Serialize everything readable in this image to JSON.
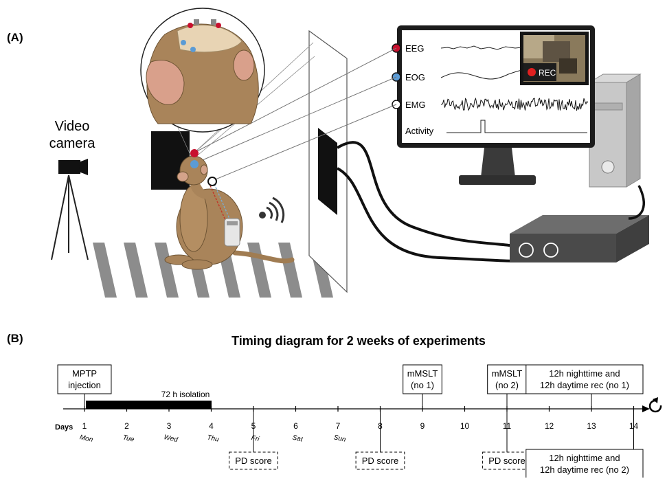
{
  "panel_a": {
    "label": "(A)",
    "camera_label_line1": "Video",
    "camera_label_line2": "camera",
    "signals": [
      {
        "name": "EEG",
        "dot_color": "#c8102e"
      },
      {
        "name": "EOG",
        "dot_color": "#5b9bd5"
      },
      {
        "name": "EMG",
        "dot_color": "#ffffff"
      },
      {
        "name": "Activity",
        "dot_color": ""
      }
    ],
    "rec_label": "REC"
  },
  "panel_b": {
    "label": "(B)",
    "title": "Timing diagram for 2 weeks of experiments",
    "axis_label": "Days",
    "days": [
      "1",
      "2",
      "3",
      "4",
      "5",
      "6",
      "7",
      "8",
      "9",
      "10",
      "11",
      "12",
      "13",
      "14"
    ],
    "weekdays": [
      "Mon",
      "Tue",
      "Wed",
      "Thu",
      "Fri",
      "Sat",
      "Sun"
    ],
    "isolation_label": "72 h isolation",
    "events_above": [
      {
        "day": 1,
        "lines": [
          "MPTP",
          "injection"
        ]
      },
      {
        "day": 9,
        "lines": [
          "mMSLT",
          "(no 1)"
        ]
      },
      {
        "day": 11,
        "lines": [
          "mMSLT",
          "(no 2)"
        ]
      },
      {
        "day": 13,
        "lines": [
          "12h nighttime and",
          "12h daytime rec (no 1)"
        ]
      }
    ],
    "events_below": [
      {
        "day": 5,
        "lines": [
          "PD score"
        ]
      },
      {
        "day": 8,
        "lines": [
          "PD score"
        ]
      },
      {
        "day": 11,
        "lines": [
          "PD score"
        ]
      },
      {
        "day": 14,
        "lines": [
          "12h nighttime and",
          "12h daytime rec (no 2)"
        ]
      }
    ]
  }
}
